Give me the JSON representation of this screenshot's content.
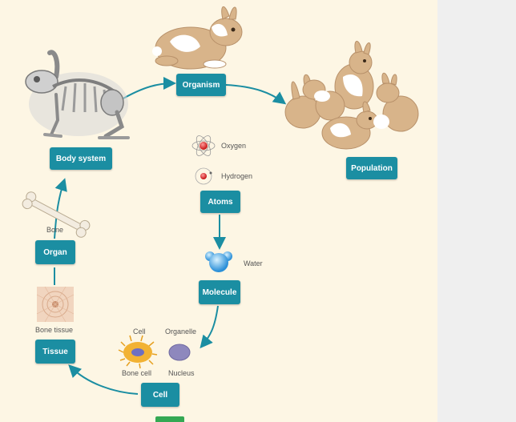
{
  "diagram": {
    "levels": {
      "organism": "Organism",
      "population": "Population",
      "body_system": "Body system",
      "atoms": "Atoms",
      "molecule": "Molecule",
      "organ": "Organ",
      "tissue": "Tissue",
      "cell": "Cell"
    },
    "labels": {
      "oxygen": "Oxygen",
      "hydrogen": "Hydrogen",
      "water": "Water",
      "bone": "Bone",
      "bone_tissue": "Bone tissue",
      "cell_top": "Cell",
      "organelle": "Organelle",
      "bone_cell": "Bone cell",
      "nucleus": "Nucleus"
    },
    "colors": {
      "box": "#1b8ea2",
      "arrow": "#1b8ea2",
      "background": "#fdf6e4",
      "rabbit_fur": "#d8b48a",
      "bone": "#f3ece0"
    }
  }
}
